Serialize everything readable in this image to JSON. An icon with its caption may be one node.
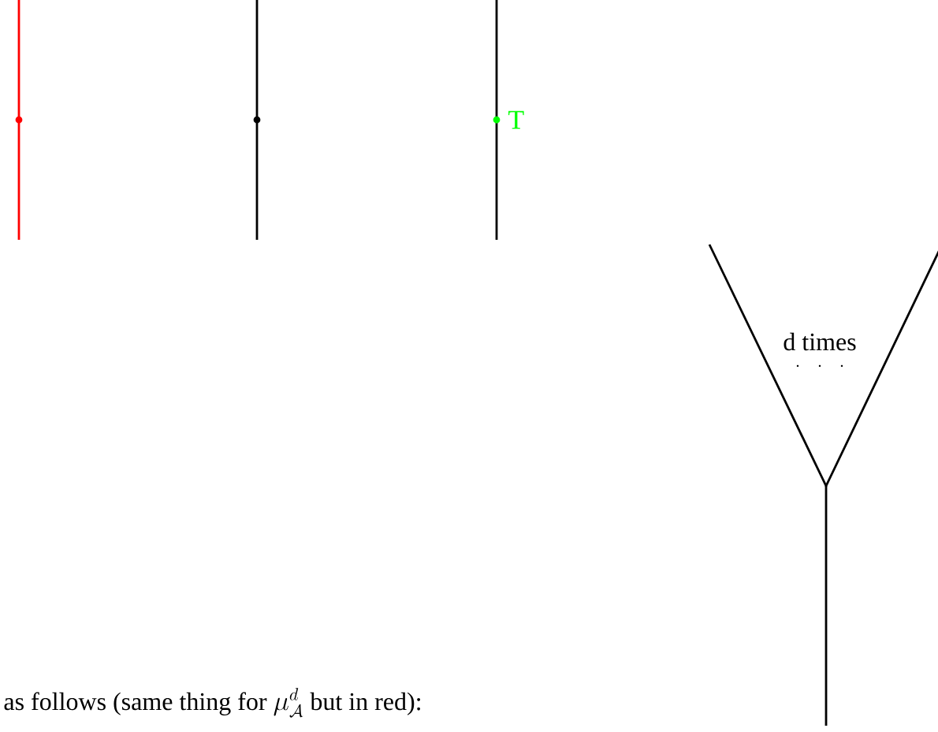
{
  "diagram": {
    "labels": [
      "T",
      "d times",
      "as follows (same thing for",
      "\\mu^d_{\\mathcal{A}}",
      "but in red):"
    ]
  }
}
